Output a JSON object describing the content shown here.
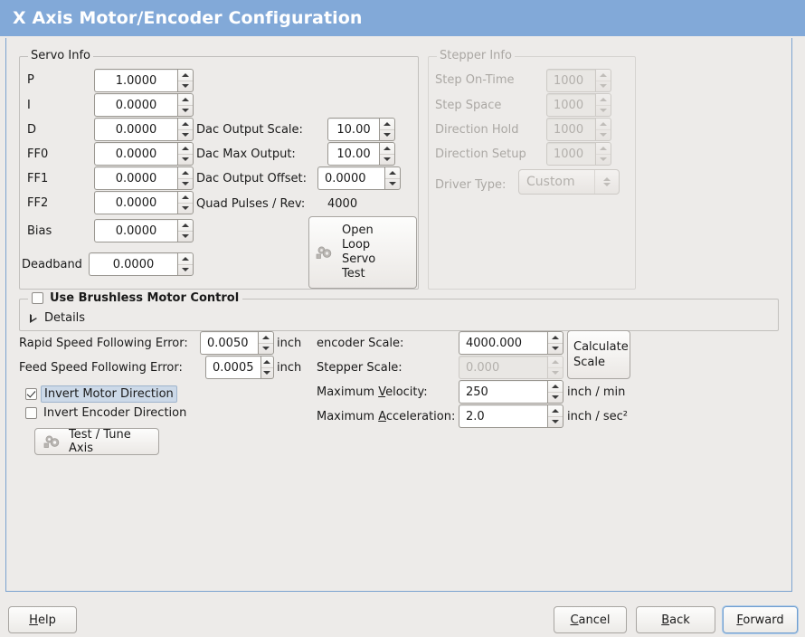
{
  "window": {
    "title": "X Axis Motor/Encoder Configuration"
  },
  "servo_info": {
    "legend": "Servo Info",
    "rows": [
      {
        "label": "P",
        "value": "1.0000"
      },
      {
        "label": "I",
        "value": "0.0000"
      },
      {
        "label": "D",
        "value": "0.0000"
      },
      {
        "label": "FF0",
        "value": "0.0000"
      },
      {
        "label": "FF1",
        "value": "0.0000"
      },
      {
        "label": "FF2",
        "value": "0.0000"
      },
      {
        "label": "Bias",
        "value": "0.0000"
      },
      {
        "label": "Deadband",
        "value": "0.0000"
      }
    ],
    "dac_output_scale_label": "Dac Output Scale:",
    "dac_output_scale_value": "10.00",
    "dac_max_output_label": "Dac Max Output:",
    "dac_max_output_value": "10.00",
    "dac_output_offset_label": "Dac Output Offset:",
    "dac_output_offset_value": "0.0000",
    "quad_pulses_label": "Quad Pulses / Rev:",
    "quad_pulses_value": "4000",
    "open_loop_test": {
      "line1": "Open",
      "line2": "Loop",
      "line3": "Servo",
      "line4": "Test",
      "icon": "gears-icon"
    }
  },
  "stepper_info": {
    "legend": "Stepper Info",
    "enabled": false,
    "rows": [
      {
        "label": "Step On-Time",
        "value": "1000"
      },
      {
        "label": "Step Space",
        "value": "1000"
      },
      {
        "label": "Direction Hold",
        "value": "1000"
      },
      {
        "label": "Direction Setup",
        "value": "1000"
      }
    ],
    "driver_type_label": "Driver Type:",
    "driver_type_value": "Custom"
  },
  "brushless": {
    "checkbox_label": "Use Brushless Motor Control",
    "checked": false,
    "details_label": "Details",
    "details_expanded": false
  },
  "tuning": {
    "rapid_following_error_label": "Rapid Speed Following Error:",
    "rapid_following_error_value": "0.0050",
    "rapid_following_error_unit": "inch",
    "feed_following_error_label": "Feed Speed Following Error:",
    "feed_following_error_value": "0.0005",
    "feed_following_error_unit": "inch",
    "invert_motor_label": "Invert Motor Direction",
    "invert_motor_checked": true,
    "invert_encoder_label": "Invert Encoder Direction",
    "invert_encoder_checked": false,
    "test_tune_label": "Test / Tune Axis",
    "test_tune_icon": "gears-icon"
  },
  "scales": {
    "encoder_scale_label": "encoder Scale:",
    "encoder_scale_value": "4000.000",
    "stepper_scale_label": "Stepper Scale:",
    "stepper_scale_value": "0.000",
    "stepper_scale_enabled": false,
    "calculate_scale_line1": "Calculate",
    "calculate_scale_line2": "Scale",
    "max_velocity_label_pre": "Maximum ",
    "max_velocity_label_mn": "V",
    "max_velocity_label_post": "elocity:",
    "max_velocity_value": "250",
    "max_velocity_unit": "inch / min",
    "max_accel_label_pre": "Maximum ",
    "max_accel_label_mn": "A",
    "max_accel_label_post": "cceleration:",
    "max_accel_value": "2.0",
    "max_accel_unit": "inch / sec²"
  },
  "actions": {
    "help_mn": "H",
    "help_rest": "elp",
    "cancel_mn": "C",
    "cancel_rest": "ancel",
    "back_mn": "B",
    "back_rest": "ack",
    "forward_mn": "F",
    "forward_rest": "orward"
  },
  "colors": {
    "titlebar": "#82a9d8",
    "window_bg": "#edebe9",
    "frame_border": "#7ba3d0",
    "focus_highlight": "#ccd9e8"
  }
}
